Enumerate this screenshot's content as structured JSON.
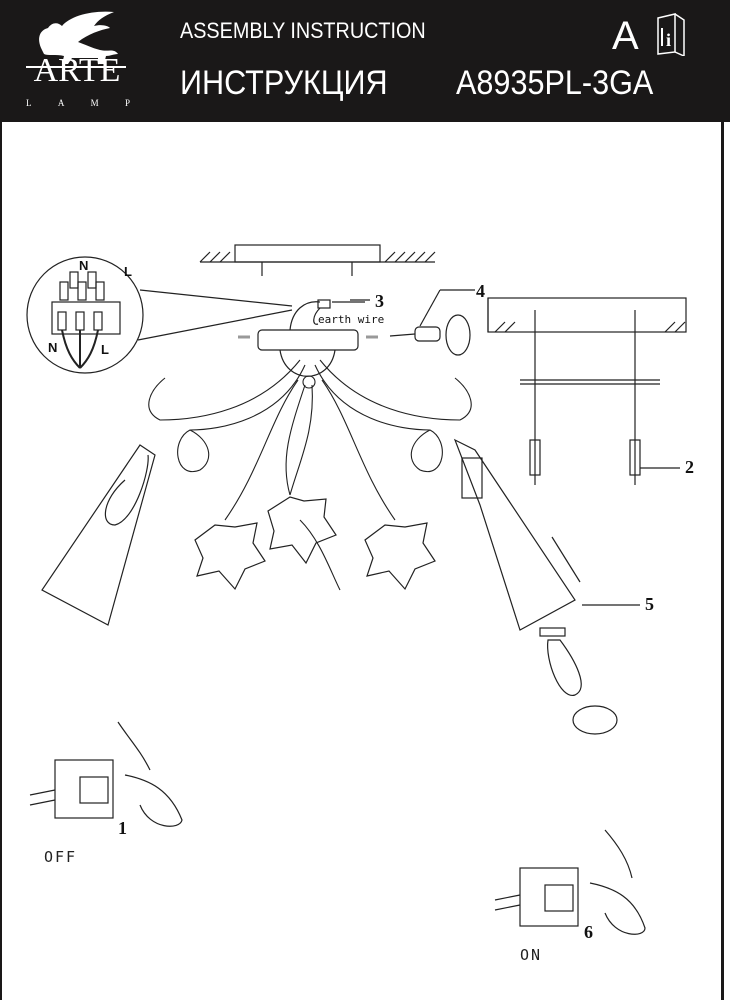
{
  "header": {
    "brand": "ARTE",
    "brand_sub": [
      "L",
      "A",
      "M",
      "P"
    ],
    "title_en": "ASSEMBLY INSTRUCTION",
    "title_ru": "ИНСТРУКЦИЯ",
    "language": "A",
    "model": "A8935PL-3GA"
  },
  "diagram": {
    "callouts": [
      "1",
      "2",
      "3",
      "4",
      "5",
      "6"
    ],
    "earth_wire": "earth wire",
    "terminal_labels": {
      "n": "N",
      "l": "L"
    },
    "switch_off": "OFF",
    "switch_on": "ON"
  }
}
